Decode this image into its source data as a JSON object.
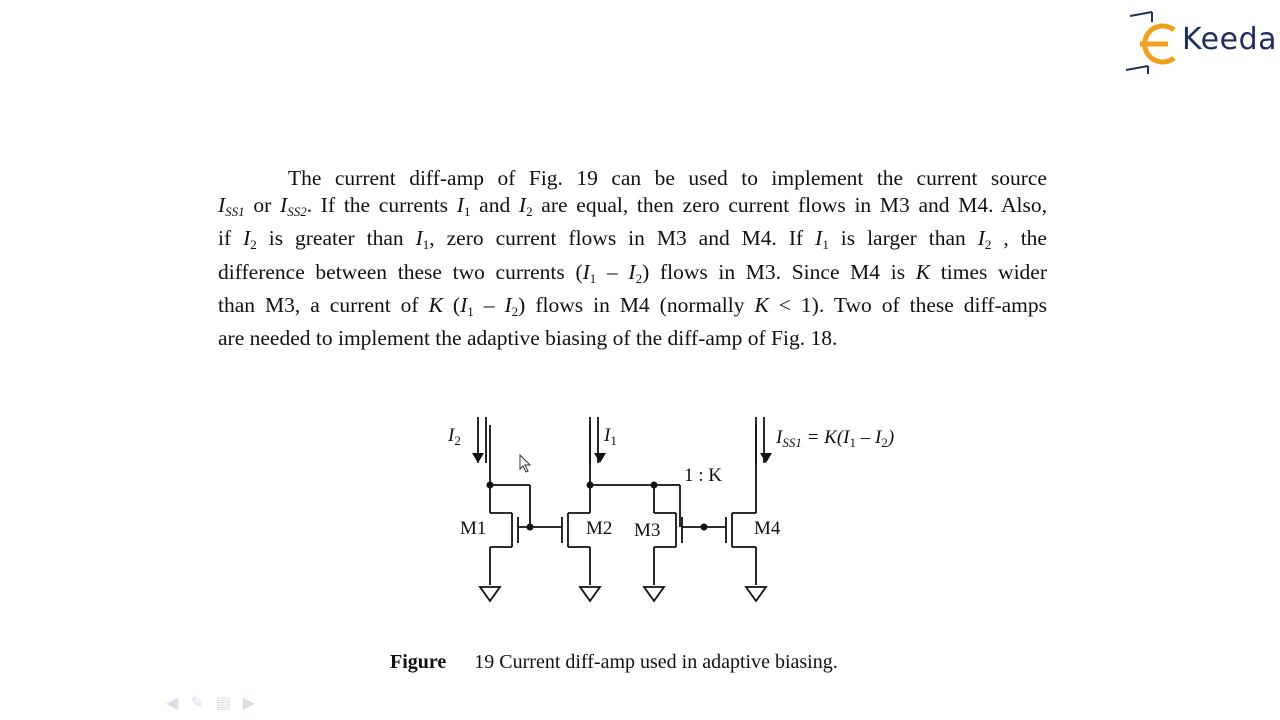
{
  "logo": {
    "text": "Keeda"
  },
  "paragraph": {
    "l1": {
      "a": "The current diff-amp of Fig. ",
      "b": " 19 can be used to implement the current source"
    },
    "l2": {
      "a": "I",
      "a_sub": "SS1",
      "b": " or ",
      "c": "I",
      "c_sub": "SS2",
      "d": ". If the currents ",
      "e": "I",
      "e_sub": "1",
      "f": " and ",
      "g": "I",
      "g_sub": "2",
      "h": " are equal, then zero current flows in M3 and M4. Also,"
    },
    "l3": {
      "a": "if ",
      "b": "I",
      "b_sub": "2",
      "c": " is greater than ",
      "d": "I",
      "d_sub": "1",
      "e": ", zero current flows in M3 and M4. If ",
      "f": "I",
      "f_sub": "1",
      "g": " is larger than ",
      "h": "I",
      "h_sub": "2",
      "i": " , the"
    },
    "l4": {
      "a": "difference between these two currents (",
      "b": "I",
      "b_sub": "1",
      "c": " – ",
      "d": "I",
      "d_sub": "2",
      "e": ") flows in M3. Since M4 is ",
      "f": "K",
      "g": " times wider"
    },
    "l5": {
      "a": "than M3, a current of ",
      "b": "K",
      "c": " (",
      "d": "I",
      "d_sub": "1",
      "e": " – ",
      "f": "I",
      "f_sub": "2",
      "g": ") flows in M4 (normally ",
      "h": "K",
      "i": " < 1). Two of these diff-amps"
    },
    "l6": {
      "a": "are needed to implement the adaptive biasing of the diff-amp of Fig. ",
      "b": "18."
    }
  },
  "circuit": {
    "i2_label": "I",
    "i2_sub": "2",
    "i1_label": "I",
    "i1_sub": "1",
    "iss1_label": "I",
    "iss1_sub": "SS1",
    "iss1_rhs": " = K(I",
    "iss1_rhs_sub1": "1",
    "iss1_mid": " – I",
    "iss1_rhs_sub2": "2",
    "iss1_end": ")",
    "ratio": "1 : K",
    "m1": "M1",
    "m2": "M2",
    "m3": "M3",
    "m4": "M4"
  },
  "caption": {
    "label": "Figure",
    "text": "19 Current diff-amp used in adaptive biasing."
  }
}
